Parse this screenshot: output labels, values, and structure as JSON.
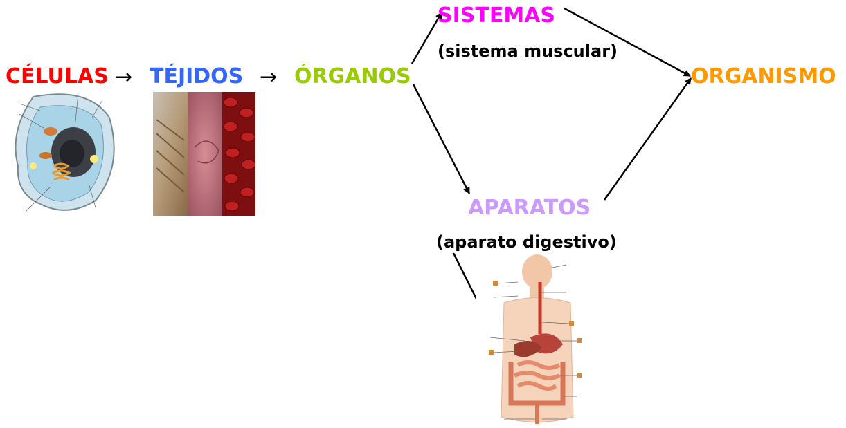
{
  "labels": {
    "celulas": "CÉLULAS",
    "tejidos": "TÉJIDOS",
    "organos": "ÓRGANOS",
    "sistemas": "SISTEMAS",
    "sistemas_ejemplo": "(sistema muscular)",
    "organismo": "ORGANISMO",
    "aparatos": "APARATOS",
    "aparatos_ejemplo": "(aparato digestivo)",
    "flecha": "→"
  },
  "colors": {
    "celulas": "#ff0000",
    "tejidos": "#3366ff",
    "organos": "#99cc00",
    "sistemas": "#ff00ff",
    "organismo": "#ff9900",
    "aparatos": "#cc99ff"
  },
  "images": {
    "cell": "cell-diagram-illustration",
    "tissues": "tissue-samples-photo",
    "digestive": "digestive-system-illustration"
  }
}
